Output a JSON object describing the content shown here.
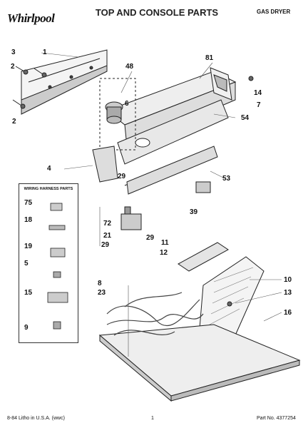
{
  "brand": "Whirlpool",
  "header": {
    "title": "TOP AND CONSOLE PARTS",
    "dryer_type": "GAS DRYER"
  },
  "harness_panel": {
    "title": "WIRING HARNESS PARTS"
  },
  "callouts": [
    "1",
    "2",
    "2",
    "3",
    "4",
    "5",
    "6",
    "7",
    "8",
    "9",
    "10",
    "11",
    "12",
    "13",
    "14",
    "15",
    "16",
    "18",
    "19",
    "21",
    "23",
    "29",
    "29",
    "29",
    "39",
    "48",
    "53",
    "54",
    "72",
    "75",
    "81"
  ],
  "footer": {
    "litho": "8-84 Litho in U.S.A. (wwc)",
    "page": "1",
    "part_no": "Part No. 4377254"
  }
}
